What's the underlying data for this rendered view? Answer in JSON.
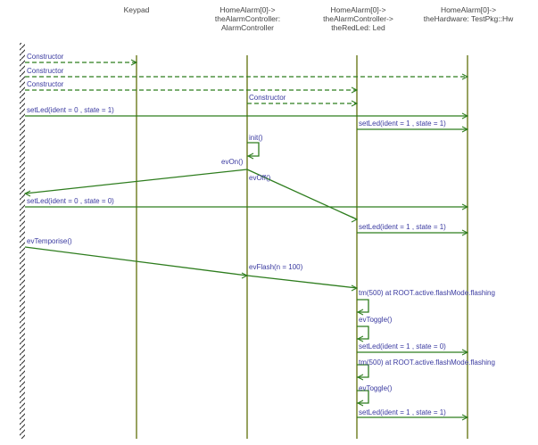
{
  "lifelines": [
    {
      "id": "env",
      "lines": []
    },
    {
      "id": "keypad",
      "lines": [
        "Keypad"
      ]
    },
    {
      "id": "controller",
      "lines": [
        "HomeAlarm[0]->",
        "theAlarmController:",
        "AlarmController"
      ]
    },
    {
      "id": "led",
      "lines": [
        "HomeAlarm[0]->",
        "theAlarmController->",
        "theRedLed: Led"
      ]
    },
    {
      "id": "hw",
      "lines": [
        "HomeAlarm[0]->",
        "theHardware: TestPkg::Hw"
      ]
    }
  ],
  "messages": [
    {
      "label": "Constructor",
      "from": "env",
      "to": "keypad",
      "style": "dashed"
    },
    {
      "label": "Constructor",
      "from": "env",
      "to": "hw",
      "style": "dashed"
    },
    {
      "label": "Constructor",
      "from": "env",
      "to": "led",
      "style": "dashed"
    },
    {
      "label": "Constructor",
      "from": "controller",
      "to": "led",
      "style": "dashed"
    },
    {
      "label": "setLed(ident = 0 , state = 1)",
      "from": "env",
      "to": "hw",
      "style": "solid"
    },
    {
      "label": "setLed(ident = 1 , state = 1)",
      "from": "led",
      "to": "hw",
      "style": "solid"
    },
    {
      "label": "init()",
      "from": "controller",
      "to": "controller",
      "style": "self"
    },
    {
      "label": "evOn()",
      "from": "controller",
      "to": "env",
      "style": "solid"
    },
    {
      "label": "evOff()",
      "from": "controller",
      "to": "led",
      "style": "solid"
    },
    {
      "label": "setLed(ident = 0 , state = 0)",
      "from": "env",
      "to": "hw",
      "style": "solid"
    },
    {
      "label": "setLed(ident = 1 , state = 1)",
      "from": "led",
      "to": "hw",
      "style": "solid"
    },
    {
      "label": "evTemporise()",
      "from": "env",
      "to": "controller",
      "style": "solid"
    },
    {
      "label": "evFlash(n = 100)",
      "from": "controller",
      "to": "led",
      "style": "solid"
    },
    {
      "label": "tm(500) at ROOT.active.flashMode.flashing",
      "from": "led",
      "to": "led",
      "style": "self"
    },
    {
      "label": "evToggle()",
      "from": "led",
      "to": "led",
      "style": "self"
    },
    {
      "label": "setLed(ident = 1 , state = 0)",
      "from": "led",
      "to": "hw",
      "style": "solid"
    },
    {
      "label": "tm(500) at ROOT.active.flashMode.flashing",
      "from": "led",
      "to": "led",
      "style": "self"
    },
    {
      "label": "evToggle()",
      "from": "led",
      "to": "led",
      "style": "self"
    },
    {
      "label": "setLed(ident = 1 , state = 1)",
      "from": "led",
      "to": "hw",
      "style": "solid"
    }
  ],
  "colors": {
    "line": "#2e7d1e",
    "lifeline": "#6b7a1c",
    "label": "#3a3aa0",
    "header": "#444444"
  }
}
